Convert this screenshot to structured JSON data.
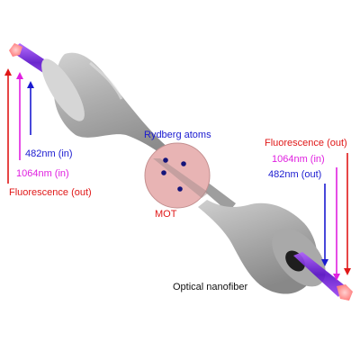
{
  "labels": {
    "rydberg_atoms": "Rydberg atoms",
    "mot": "MOT",
    "optical_nanofiber": "Optical nanofiber",
    "left_482": "482nm (in)",
    "left_1064": "1064nm (in)",
    "left_fluorescence": "Fluorescence (out)",
    "right_fluorescence": "Fluorescence (out)",
    "right_1064": "1064nm (in)",
    "right_482": "482nm (out)"
  },
  "colors": {
    "blue": "#1a1ad0",
    "magenta": "#e020e0",
    "red": "#e01818",
    "fiber_gray": "#b8b8b8",
    "mot_fill": "#e8b4b4",
    "beam": "#7a30d8",
    "beam_tip": "#ff9999"
  },
  "atom_count": 4
}
